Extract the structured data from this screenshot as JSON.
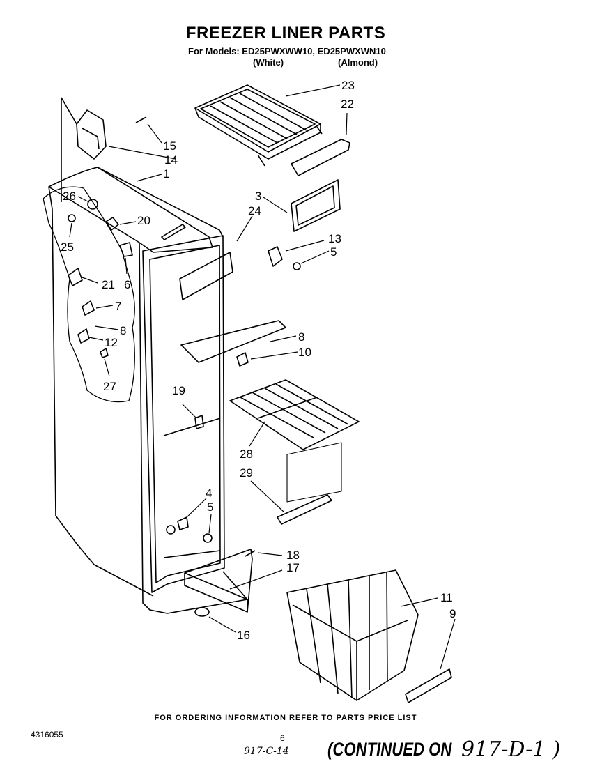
{
  "header": {
    "title": "FREEZER LINER PARTS",
    "models": "For Models: ED25PWXWW10, ED25PWXWN10",
    "white": "(White)",
    "almond": "(Almond)"
  },
  "callouts": [
    "23",
    "22",
    "15",
    "14",
    "1",
    "3",
    "24",
    "26",
    "20",
    "13",
    "5",
    "25",
    "21",
    "6",
    "7",
    "8",
    "12",
    "27",
    "8",
    "10",
    "19",
    "28",
    "29",
    "4",
    "5",
    "18",
    "17",
    "11",
    "9",
    "16"
  ],
  "footer": {
    "ordering": "FOR ORDERING INFORMATION REFER TO PARTS PRICE LIST",
    "doc_number": "4316055",
    "page": "6",
    "handwritten_ref": "917-C-14",
    "continued": "(CONTINUED ON",
    "continued_ref": "917-D-1 )"
  }
}
